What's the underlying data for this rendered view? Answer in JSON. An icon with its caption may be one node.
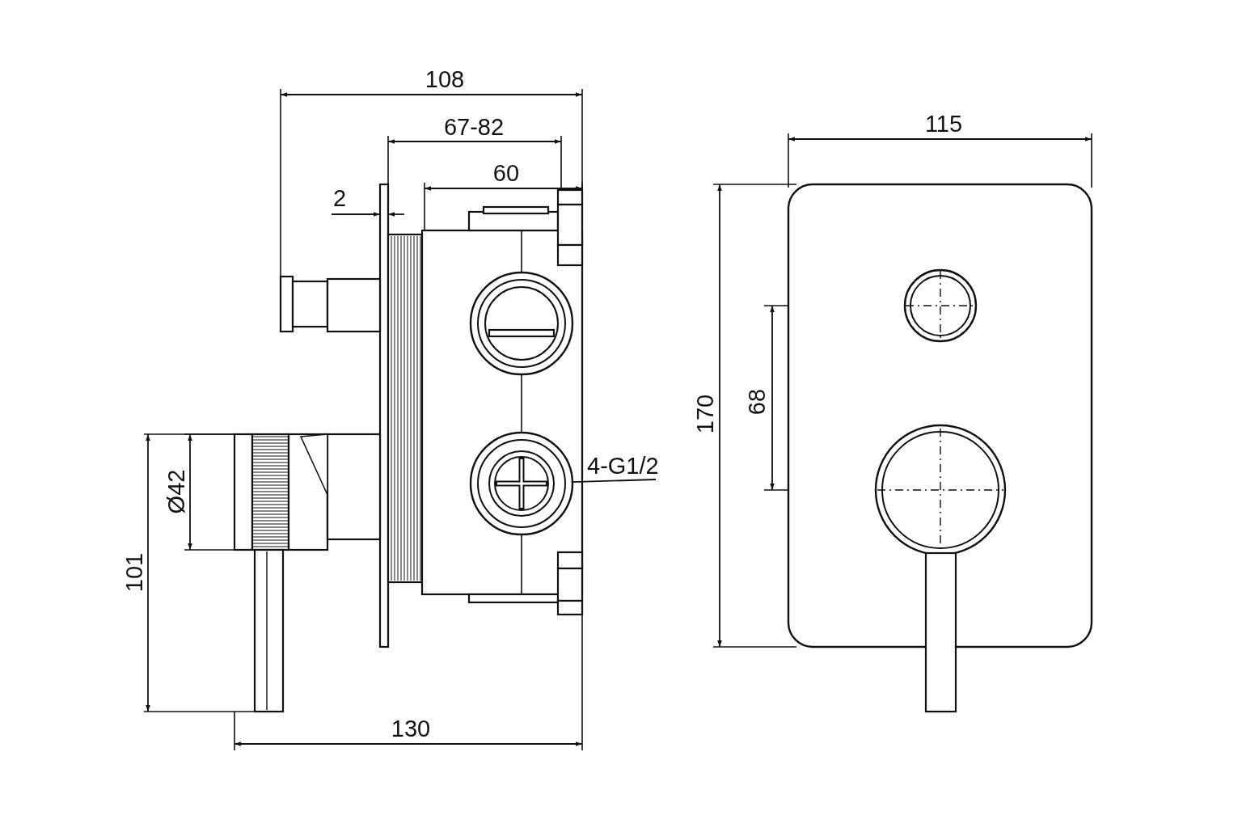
{
  "diagram": {
    "nodes": [
      {
        "text": [
          "4-G1/2"
        ]
      },
      {
        "text": [],
        "shape": "circle"
      }
    ],
    "edges": [
      {
        "from": 0,
        "to": 1,
        "arrow": "none"
      }
    ],
    "labels": [
      "108",
      "115",
      "67-82",
      "60",
      "2",
      "170",
      "68",
      "Ø42",
      "101",
      "130"
    ]
  }
}
